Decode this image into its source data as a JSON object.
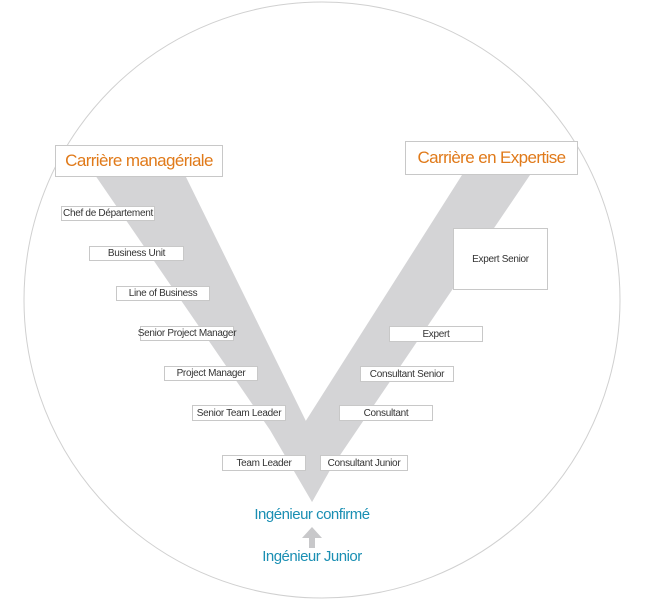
{
  "colors": {
    "management": "#e07a1a",
    "expertise": "#e07a1a",
    "junior": "#1a8fb3",
    "band": "#d4d4d6",
    "circle": "#d0d0d0"
  },
  "management": {
    "title": "Carrière managériale",
    "steps": [
      "Chef de Département",
      "Business Unit",
      "Line of Business",
      "Senior Project Manager",
      "Project Manager",
      "Senior Team Leader",
      "Team Leader"
    ]
  },
  "expertise": {
    "title": "Carrière en Expertise",
    "steps": [
      "Expert Senior",
      "Expert",
      "Consultant Senior",
      "Consultant",
      "Consultant Junior"
    ]
  },
  "base": {
    "confirmed": "Ingénieur confirmé",
    "junior": "Ingénieur Junior"
  }
}
